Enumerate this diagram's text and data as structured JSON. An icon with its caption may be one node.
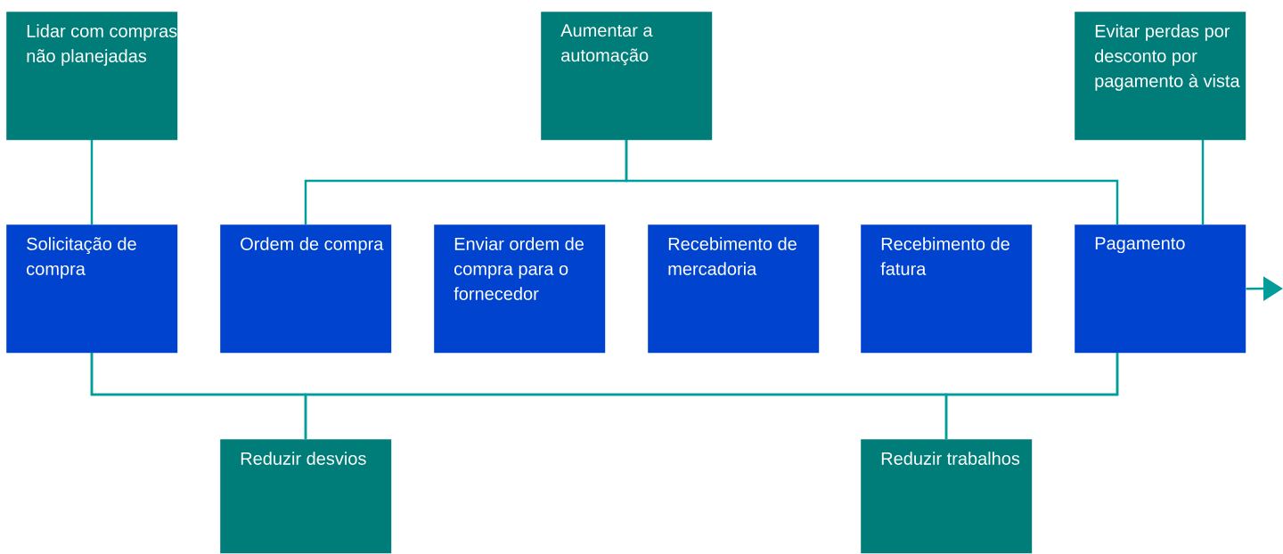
{
  "diagram": {
    "nodes": [
      {
        "text": [
          "Lidar com compras não planejadas"
        ]
      },
      {
        "text": [
          "Aumentar a automação"
        ]
      },
      {
        "text": [
          "Evitar perdas por desconto por pagamento à vista"
        ]
      },
      {
        "text": [
          "Solicitação de compra"
        ]
      },
      {
        "text": [
          "Ordem de compra"
        ]
      },
      {
        "text": [
          "Enviar ordem de compra para o fornecedor"
        ]
      },
      {
        "text": [
          "Recebimento de mercadoria"
        ]
      },
      {
        "text": [
          "Recebimento de fatura"
        ]
      },
      {
        "text": [
          "Pagamento"
        ]
      },
      {
        "text": [
          "Reduzir desvios"
        ]
      },
      {
        "text": [
          "Reduzir trabalhos"
        ]
      }
    ],
    "edges": [
      {
        "from": 0,
        "to": 3,
        "arrow": "none"
      },
      {
        "from": 1,
        "to": 4,
        "arrow": "none"
      },
      {
        "from": 1,
        "to": 8,
        "arrow": "none"
      },
      {
        "from": 2,
        "to": 8,
        "arrow": "none"
      },
      {
        "from": 3,
        "to": 9,
        "arrow": "none"
      },
      {
        "from": 8,
        "to": 9,
        "arrow": "none"
      },
      {
        "from": 3,
        "to": 10,
        "arrow": "none"
      },
      {
        "from": 8,
        "to": 10,
        "arrow": "none"
      },
      {
        "from": 8,
        "to": null,
        "arrow": "to"
      }
    ]
  }
}
